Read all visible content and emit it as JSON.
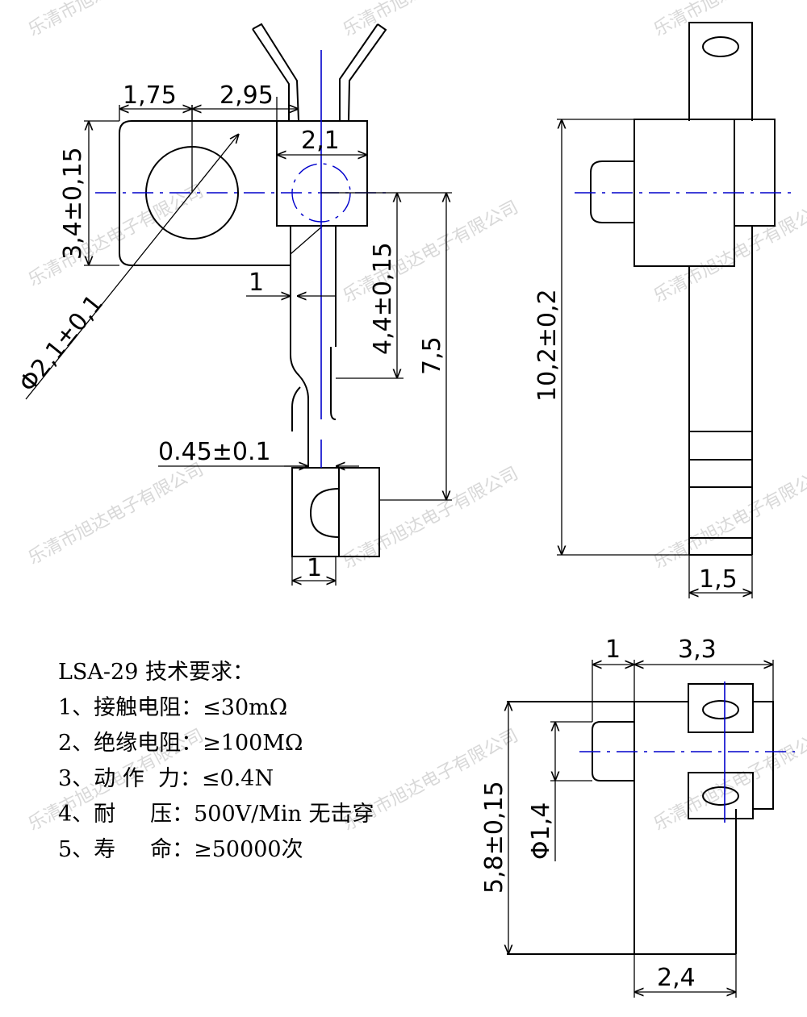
{
  "watermark": "乐清市旭达电子有限公司",
  "dimensions": {
    "d_1_75": "1,75",
    "d_2_95": "2,95",
    "d_2_1": "2,1",
    "d_3_4": "3,4±0,15",
    "d_dia_2_1": "Φ2,1±0,1",
    "d_1_a": "1",
    "d_4_4": "4,4±0,15",
    "d_7_5": "7,5",
    "d_0_45": "0.45±0.1",
    "d_1_b": "1",
    "d_10_2": "10,2±0,2",
    "d_1_5": "1,5",
    "d_1_c": "1",
    "d_3_3": "3,3",
    "d_5_8": "5,8±0,15",
    "d_dia_1_4": "Φ1,4",
    "d_2_4": "2,4"
  },
  "specs": {
    "title": "LSA-29 技术要求：",
    "items": [
      "1、接触电阻：≤30mΩ",
      "2、绝缘电阻：≥100MΩ",
      "3、动 作  力：≤0.4N",
      "4、耐     压：500V/Min 无击穿",
      "5、寿     命：≥50000次"
    ]
  }
}
